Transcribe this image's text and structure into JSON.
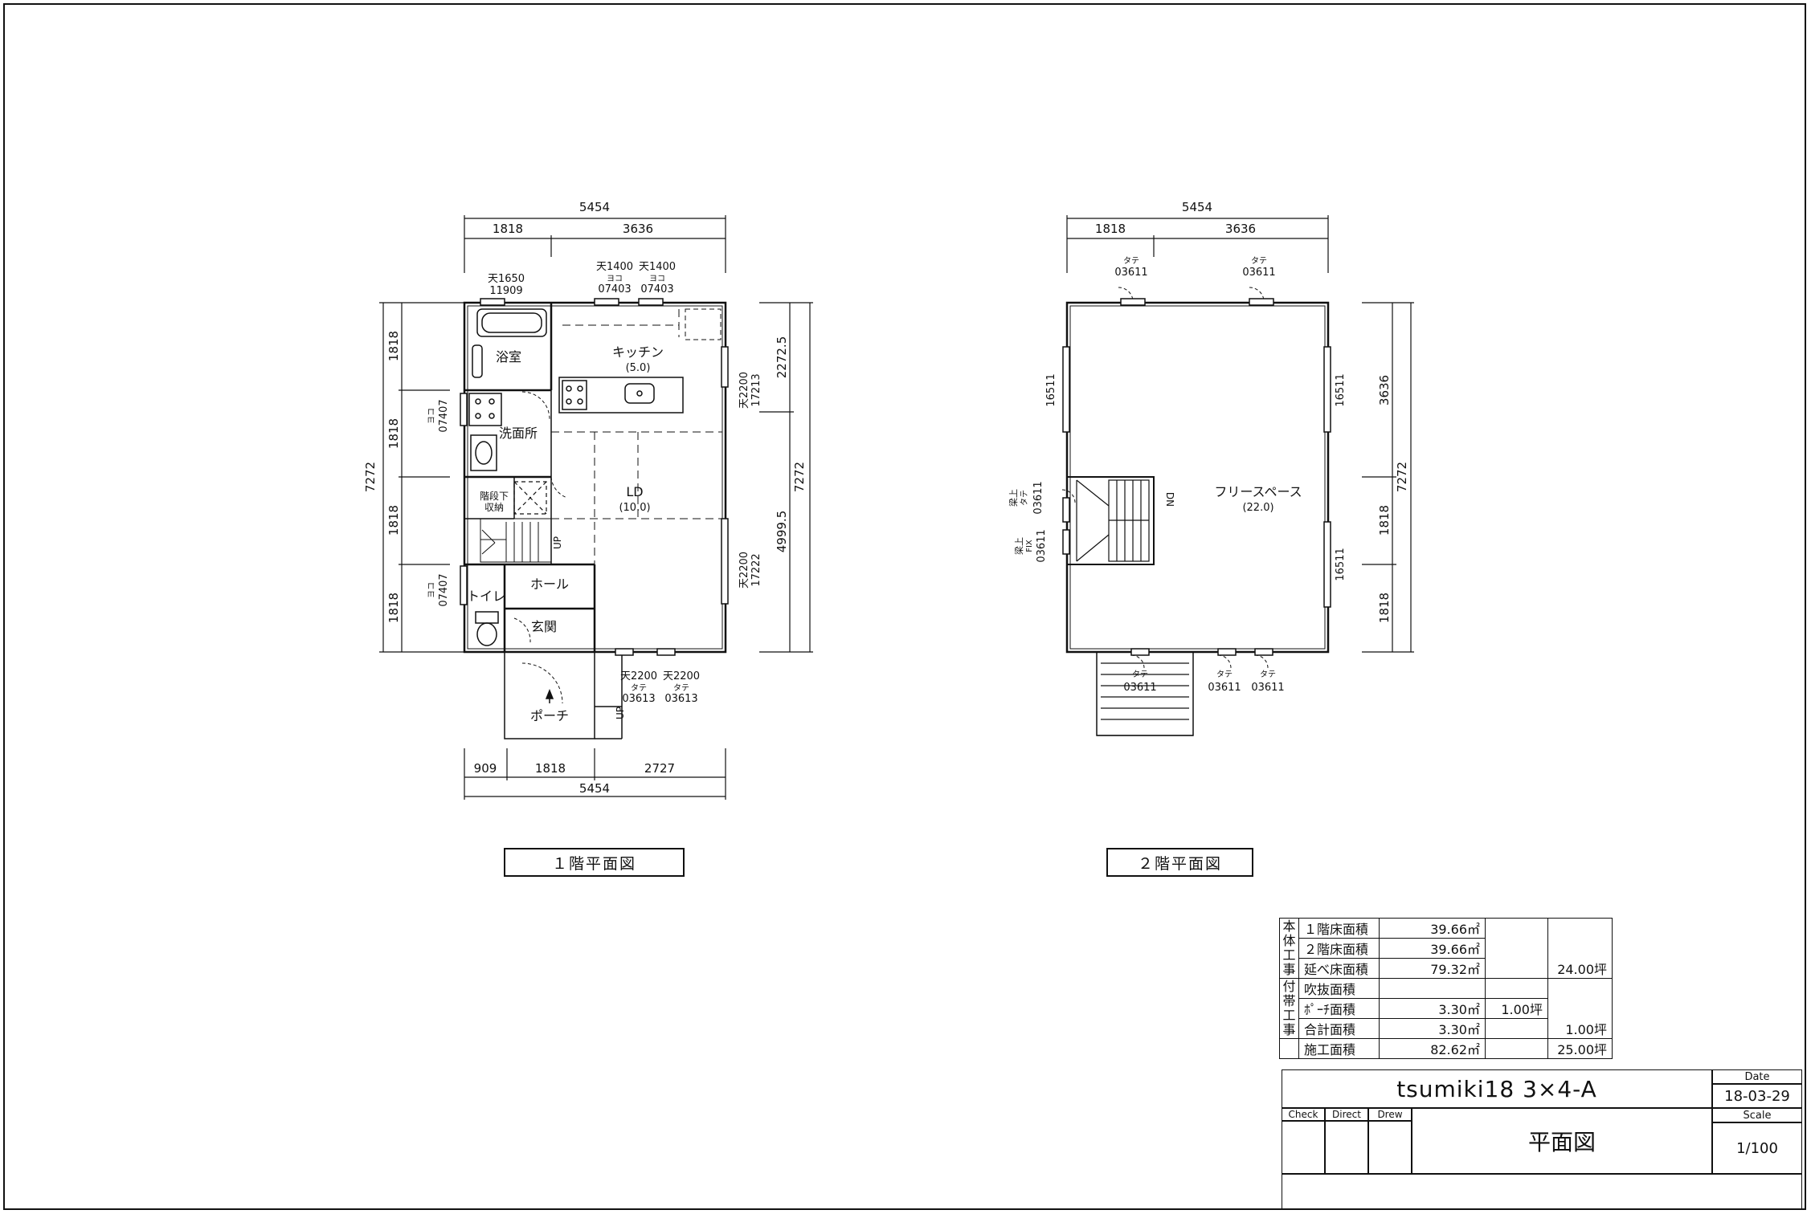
{
  "plan_1f": {
    "dims": {
      "top_total": "5454",
      "top_a": "1818",
      "top_b": "3636",
      "bottom_total": "5454",
      "bottom_a": "909",
      "bottom_b": "1818",
      "bottom_c": "2727",
      "left_total": "7272",
      "left_1": "1818",
      "left_2": "1818",
      "left_3": "1818",
      "left_4": "1818",
      "right_total": "7272",
      "right_upper": "2272.5",
      "right_lower": "4999.5"
    },
    "rooms": {
      "bath": "浴室",
      "kitchen": "キッチン",
      "kitchen_size": "(5.0)",
      "washroom": "洗面所",
      "ld": "LD",
      "ld_size": "(10.0)",
      "stair_storage_1": "階段下",
      "stair_storage_2": "収納",
      "toilet": "トイレ",
      "hall": "ホール",
      "entrance": "玄関",
      "porch": "ポーチ",
      "up_stair": "UP",
      "up_porch": "UP"
    },
    "windows": {
      "bath_top_1": "天1650",
      "bath_top_2": "11909",
      "kit_a_1": "天1400",
      "kit_a_2": "ヨコ",
      "kit_a_3": "07403",
      "kit_b_1": "天1400",
      "kit_b_2": "ヨコ",
      "kit_b_3": "07403",
      "right_upper_1": "天2200",
      "right_upper_2": "17213",
      "right_lower_1": "天2200",
      "right_lower_2": "17222",
      "left_wash_1": "ヨコ",
      "left_wash_2": "07407",
      "left_toilet_1": "ヨコ",
      "left_toilet_2": "07407",
      "bottom_a_1": "天2200",
      "bottom_a_2": "タテ",
      "bottom_a_3": "03613",
      "bottom_b_1": "天2200",
      "bottom_b_2": "タテ",
      "bottom_b_3": "03613"
    },
    "caption": "１階平面図"
  },
  "plan_2f": {
    "dims": {
      "top_total": "5454",
      "top_a": "1818",
      "top_b": "3636",
      "left_a": "16511",
      "right_a": "16511",
      "right_b": "16511",
      "far_right_total": "7272",
      "far_right_1": "3636",
      "far_right_2": "1818",
      "far_right_3": "1818"
    },
    "rooms": {
      "free_space": "フリースペース",
      "free_space_size": "(22.0)",
      "dn": "DN"
    },
    "windows": {
      "top_a_1": "タテ",
      "top_a_2": "03611",
      "top_b_1": "タテ",
      "top_b_2": "03611",
      "left_stair_1": "梁上",
      "left_stair_2": "タテ",
      "left_stair_3": "03611",
      "left_stair_4": "梁上",
      "left_stair_5": "FIX",
      "left_stair_6": "03611",
      "bottom_a_1": "タテ",
      "bottom_a_2": "03611",
      "bottom_b_1": "タテ",
      "bottom_b_2": "03611",
      "bottom_c_1": "タテ",
      "bottom_c_2": "03611"
    },
    "caption": "２階平面図"
  },
  "area_table": {
    "group_main": [
      "本",
      "体",
      "工",
      "事"
    ],
    "group_sub": [
      "付",
      "帯",
      "工",
      "事"
    ],
    "rows": [
      {
        "label": "１階床面積",
        "value": "39.66㎡",
        "tsubo": "",
        "total": ""
      },
      {
        "label": "２階床面積",
        "value": "39.66㎡",
        "tsubo": "",
        "total": ""
      },
      {
        "label": "延べ床面積",
        "value": "79.32㎡",
        "tsubo": "",
        "total": "24.00坪"
      },
      {
        "label": "吹抜面積",
        "value": "",
        "tsubo": "",
        "total": ""
      },
      {
        "label": "ﾎﾟｰﾁ面積",
        "value": "3.30㎡",
        "tsubo": "1.00坪",
        "total": ""
      },
      {
        "label": "合計面積",
        "value": "3.30㎡",
        "tsubo": "",
        "total": "1.00坪"
      },
      {
        "label": "施工面積",
        "value": "82.62㎡",
        "tsubo": "",
        "total": "25.00坪"
      }
    ]
  },
  "title_block": {
    "project": "tsumiki18  3×4-A",
    "date_label": "Date",
    "date": "18-03-29",
    "check": "Check",
    "direct": "Direct",
    "drew": "Drew",
    "drawing_title": "平面図",
    "scale_label": "Scale",
    "scale": "1/100"
  }
}
